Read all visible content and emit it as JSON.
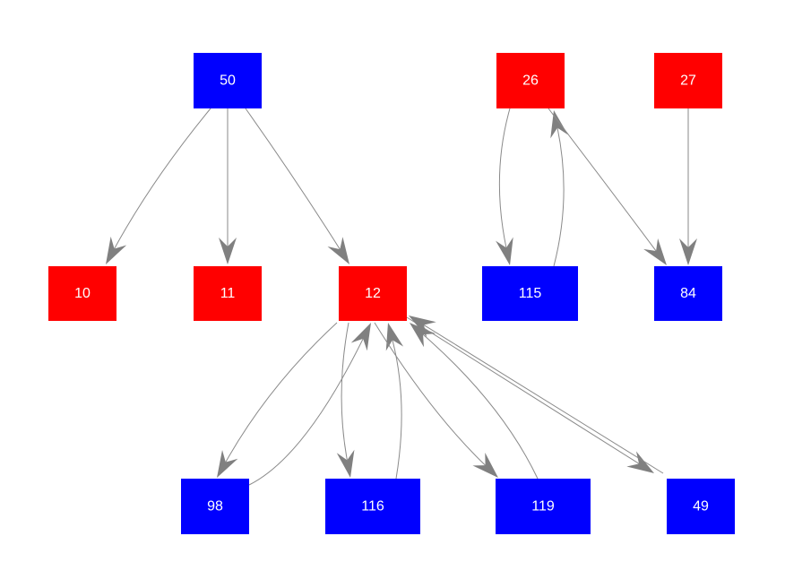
{
  "colors": {
    "red": "#ff0000",
    "blue": "#0000ff",
    "edge": "#8a8a8a",
    "arrowhead": "#808080",
    "label": "#ffffff"
  },
  "nodes": [
    {
      "id": "50",
      "label": "50",
      "color": "blue"
    },
    {
      "id": "26",
      "label": "26",
      "color": "red"
    },
    {
      "id": "27",
      "label": "27",
      "color": "red"
    },
    {
      "id": "10",
      "label": "10",
      "color": "red"
    },
    {
      "id": "11",
      "label": "11",
      "color": "red"
    },
    {
      "id": "12",
      "label": "12",
      "color": "red"
    },
    {
      "id": "115",
      "label": "115",
      "color": "blue"
    },
    {
      "id": "84",
      "label": "84",
      "color": "blue"
    },
    {
      "id": "98",
      "label": "98",
      "color": "blue"
    },
    {
      "id": "116",
      "label": "116",
      "color": "blue"
    },
    {
      "id": "119",
      "label": "119",
      "color": "blue"
    },
    {
      "id": "49",
      "label": "49",
      "color": "blue"
    }
  ],
  "edges": [
    {
      "from": "50",
      "to": "10"
    },
    {
      "from": "50",
      "to": "11"
    },
    {
      "from": "50",
      "to": "12"
    },
    {
      "from": "26",
      "to": "115"
    },
    {
      "from": "115",
      "to": "26"
    },
    {
      "from": "26",
      "to": "84"
    },
    {
      "from": "27",
      "to": "84"
    },
    {
      "from": "12",
      "to": "98"
    },
    {
      "from": "98",
      "to": "12"
    },
    {
      "from": "12",
      "to": "116"
    },
    {
      "from": "116",
      "to": "12"
    },
    {
      "from": "12",
      "to": "119"
    },
    {
      "from": "119",
      "to": "12"
    },
    {
      "from": "12",
      "to": "49"
    },
    {
      "from": "49",
      "to": "12"
    }
  ]
}
